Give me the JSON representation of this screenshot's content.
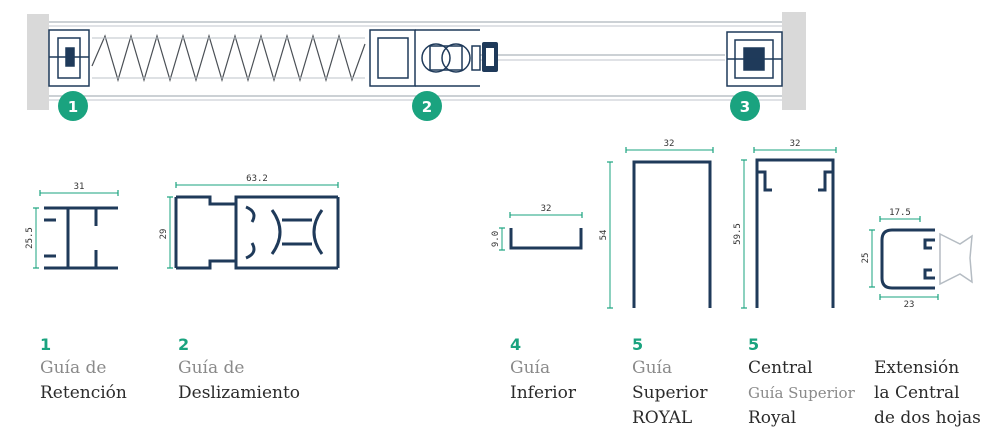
{
  "badges": [
    "1",
    "2",
    "3"
  ],
  "profiles": [
    {
      "number": "1",
      "line1": "Guía de",
      "line2": "Retención",
      "dim_w": "31",
      "dim_h": "25.5"
    },
    {
      "number": "2",
      "line1": "Guía de",
      "line2": "Deslizamiento",
      "dim_w": "63.2",
      "dim_h": "29"
    },
    {
      "number": "4",
      "line1": "Guía",
      "line2": "Inferior",
      "dim_w": "32",
      "dim_h": "9.0"
    },
    {
      "number": "5",
      "line1": "Guía",
      "line2": "Superior",
      "line3": "ROYAL",
      "dim_w": "32",
      "dim_h": "54"
    },
    {
      "number": "5",
      "line1": "Central",
      "line2": "Guía Superior",
      "line3": "Royal",
      "dim_w": "32",
      "dim_h": "59.5"
    },
    {
      "line1": "Extensión",
      "line2": "la Central",
      "line3": "de dos hojas",
      "dim_w": "17.5",
      "dim_w2": "23",
      "dim_h": "25"
    }
  ],
  "colors": {
    "accent": "#1aa37f",
    "profile": "#1f3a5a",
    "wall": "#d9d9d9"
  }
}
